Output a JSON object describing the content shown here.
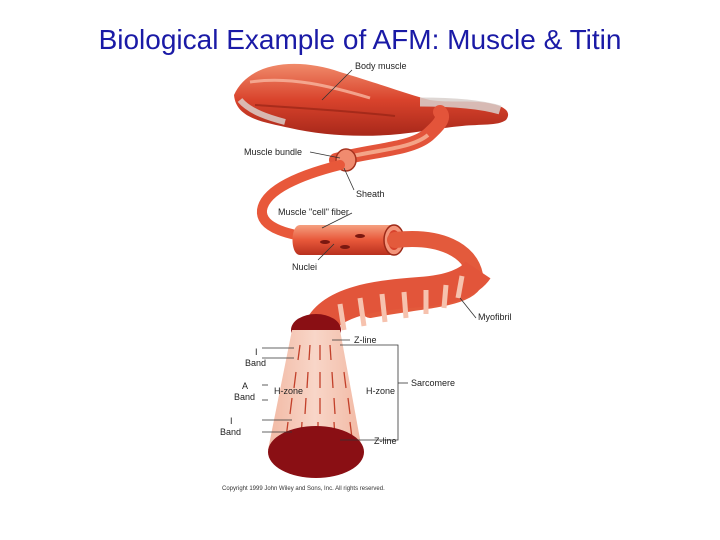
{
  "slide": {
    "title": "Biological Example of AFM: Muscle & Titin"
  },
  "labels": {
    "body_muscle": "Body muscle",
    "muscle_bundle": "Muscle bundle",
    "sheath": "Sheath",
    "muscle_cell_fiber": "Muscle \"cell\" fiber",
    "nuclei": "Nuclei",
    "myofibril": "Myofibril",
    "z_line_top": "Z-line",
    "i_band_top_1": "I",
    "i_band_top_2": "Band",
    "a_band_1": "A",
    "a_band_2": "Band",
    "h_zone_left": "H-zone",
    "h_zone_right": "H-zone",
    "sarcomere": "Sarcomere",
    "i_band_bottom_1": "I",
    "i_band_bottom_2": "Band",
    "z_line_bottom": "Z-line"
  },
  "copyright": "Copyright 1999 John Wiley and Sons, Inc. All rights reserved.",
  "colors": {
    "title": "#1a1aa6",
    "muscle": "#e8583a",
    "muscle_dark": "#b52a1a",
    "myofibril_end": "#8a0f14"
  }
}
